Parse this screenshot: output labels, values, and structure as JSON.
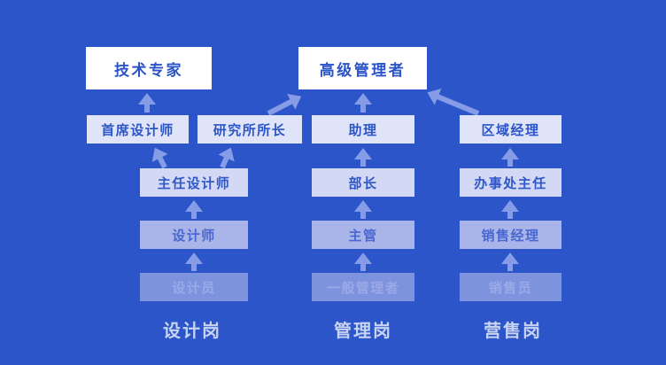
{
  "palette": {
    "background": "#2B55C8",
    "title_box_bg": "#FFFFFF",
    "title_box_text": "#2A54C8",
    "level1_box_bg": "#E0E4F9",
    "level2_box_bg": "#D3D9F5",
    "level3_box_bg": "#A9B4E9",
    "level4_box_bg": "#7E93DD",
    "level4_box_text": "#9AA9E8",
    "arrow_color": "#879CE7",
    "column_label_text": "#C9D4F2"
  },
  "nodes": {
    "tech_expert": "技术专家",
    "senior_manager": "高级管理者",
    "chief_designer": "首席设计师",
    "institute_director": "研究所所长",
    "assistant": "助理",
    "regional_manager": "区域经理",
    "director_designer": "主任设计师",
    "minister": "部长",
    "office_director": "办事处主任",
    "designer": "设计师",
    "supervisor": "主管",
    "sales_manager": "销售经理",
    "draftsman": "设计员",
    "general_manager": "一般管理者",
    "salesperson": "销售员"
  },
  "column_labels": {
    "design": "设计岗",
    "management": "管理岗",
    "sales": "营售岗"
  },
  "edges": [
    {
      "from": "设计员",
      "to": "设计师"
    },
    {
      "from": "设计师",
      "to": "主任设计师"
    },
    {
      "from": "主任设计师",
      "to": "首席设计师"
    },
    {
      "from": "主任设计师",
      "to": "研究所所长"
    },
    {
      "from": "首席设计师",
      "to": "技术专家"
    },
    {
      "from": "研究所所长",
      "to": "高级管理者"
    },
    {
      "from": "一般管理者",
      "to": "主管"
    },
    {
      "from": "主管",
      "to": "部长"
    },
    {
      "from": "部长",
      "to": "助理"
    },
    {
      "from": "助理",
      "to": "高级管理者"
    },
    {
      "from": "销售员",
      "to": "销售经理"
    },
    {
      "from": "销售经理",
      "to": "办事处主任"
    },
    {
      "from": "办事处主任",
      "to": "区域经理"
    },
    {
      "from": "区域经理",
      "to": "高级管理者"
    }
  ]
}
